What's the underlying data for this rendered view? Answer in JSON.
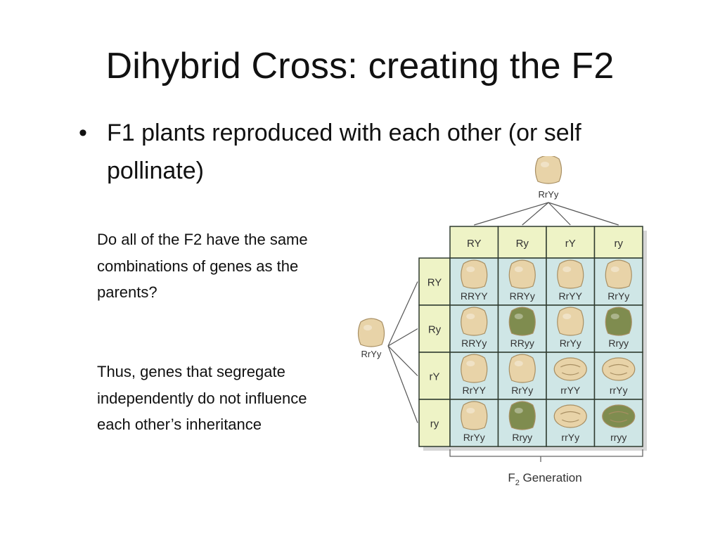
{
  "slide": {
    "title": "Dihybrid Cross: creating the F2",
    "bullet": "F1 plants reproduced with each other (or self pollinate)",
    "question": "Do all of the F2 have the same combinations of genes as the parents?",
    "conclusion": "Thus, genes that segregate independently do not influence each other’s inheritance"
  },
  "figure": {
    "top_parent_label": "RrYy",
    "left_parent_label": "RrYy",
    "column_gametes": [
      "RY",
      "Ry",
      "rY",
      "ry"
    ],
    "row_gametes": [
      "RY",
      "Ry",
      "rY",
      "ry"
    ],
    "cells": [
      [
        {
          "genotype": "RRYY",
          "seed": "round-yellow"
        },
        {
          "genotype": "RRYy",
          "seed": "round-yellow"
        },
        {
          "genotype": "RrYY",
          "seed": "round-yellow"
        },
        {
          "genotype": "RrYy",
          "seed": "round-yellow"
        }
      ],
      [
        {
          "genotype": "RRYy",
          "seed": "round-yellow"
        },
        {
          "genotype": "RRyy",
          "seed": "round-green"
        },
        {
          "genotype": "RrYy",
          "seed": "round-yellow"
        },
        {
          "genotype": "Rryy",
          "seed": "round-green"
        }
      ],
      [
        {
          "genotype": "RrYY",
          "seed": "round-yellow"
        },
        {
          "genotype": "RrYy",
          "seed": "round-yellow"
        },
        {
          "genotype": "rrYY",
          "seed": "wrinkled-yellow"
        },
        {
          "genotype": "rrYy",
          "seed": "wrinkled-yellow"
        }
      ],
      [
        {
          "genotype": "RrYy",
          "seed": "round-yellow"
        },
        {
          "genotype": "Rryy",
          "seed": "round-green"
        },
        {
          "genotype": "rrYy",
          "seed": "wrinkled-yellow"
        },
        {
          "genotype": "rryy",
          "seed": "wrinkled-green"
        }
      ]
    ],
    "generation_label": "F",
    "generation_subscript": "2",
    "generation_suffix": " Generation",
    "colors": {
      "header_fill": "#eef3c6",
      "cell_fill": "#cfe6e6",
      "grid_line": "#2f3a2f",
      "seed_yellow": "#e8d3a8",
      "seed_green": "#7f8c4f",
      "seed_outline": "#a88f63"
    }
  }
}
